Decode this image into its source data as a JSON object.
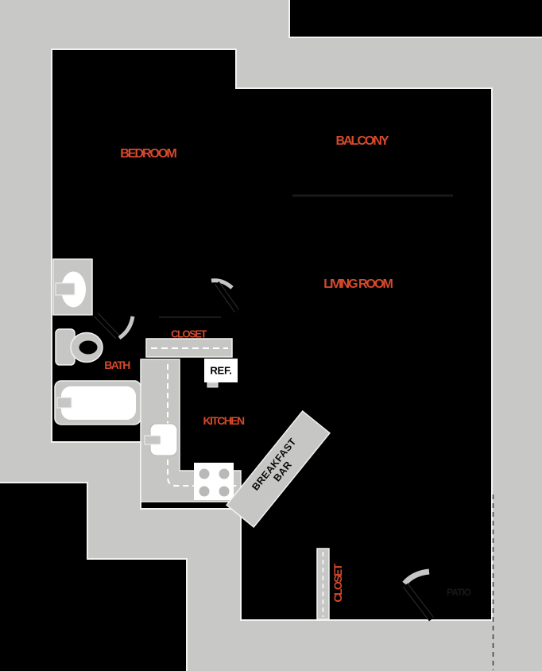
{
  "plan": {
    "colors": {
      "background": "#c8c9c7",
      "walls": "#000000",
      "fixtures": "#c6c7c5",
      "outline": "#f2f2f1",
      "accent_red": "#d6492c"
    },
    "rooms": {
      "bedroom": {
        "label": "BEDROOM"
      },
      "balcony": {
        "label": "BALCONY"
      },
      "living_room": {
        "label": "LIVING ROOM"
      },
      "closet": {
        "label": "CLOSET"
      },
      "bath": {
        "label": "BATH"
      },
      "kitchen": {
        "label": "KITCHEN"
      },
      "entry_closet": {
        "label": "CLOSET"
      },
      "patio": {
        "label": "PATIO"
      }
    },
    "fixtures": {
      "refrigerator": {
        "label": "REF."
      },
      "breakfast_bar": {
        "line1": "BREAKFAST",
        "line2": "BAR"
      }
    }
  }
}
